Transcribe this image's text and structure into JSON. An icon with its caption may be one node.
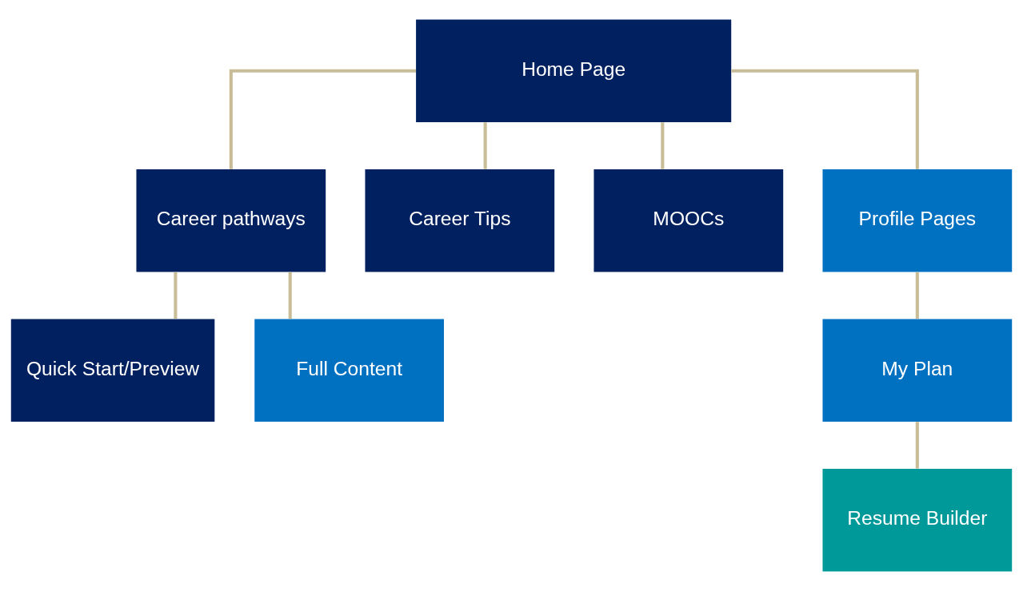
{
  "diagram": {
    "nodes": [
      {
        "text": [
          "Home Page"
        ]
      },
      {
        "text": [
          "Career pathways"
        ]
      },
      {
        "text": [
          "Career Tips"
        ]
      },
      {
        "text": [
          "MOOCs"
        ]
      },
      {
        "text": [
          "Profile Pages"
        ]
      },
      {
        "text": [
          "Quick Start/Preview"
        ]
      },
      {
        "text": [
          "Full Content"
        ]
      },
      {
        "text": [
          "My Plan"
        ]
      },
      {
        "text": [
          "Resume Builder"
        ]
      }
    ],
    "edges": [
      {
        "from": 0,
        "to": 1,
        "arrow": "none"
      },
      {
        "from": 0,
        "to": 2,
        "arrow": "none"
      },
      {
        "from": 0,
        "to": 3,
        "arrow": "none"
      },
      {
        "from": 0,
        "to": 4,
        "arrow": "none"
      },
      {
        "from": 1,
        "to": 5,
        "arrow": "none"
      },
      {
        "from": 1,
        "to": 6,
        "arrow": "none"
      },
      {
        "from": 4,
        "to": 7,
        "arrow": "none"
      },
      {
        "from": 7,
        "to": 8,
        "arrow": "none"
      }
    ]
  }
}
